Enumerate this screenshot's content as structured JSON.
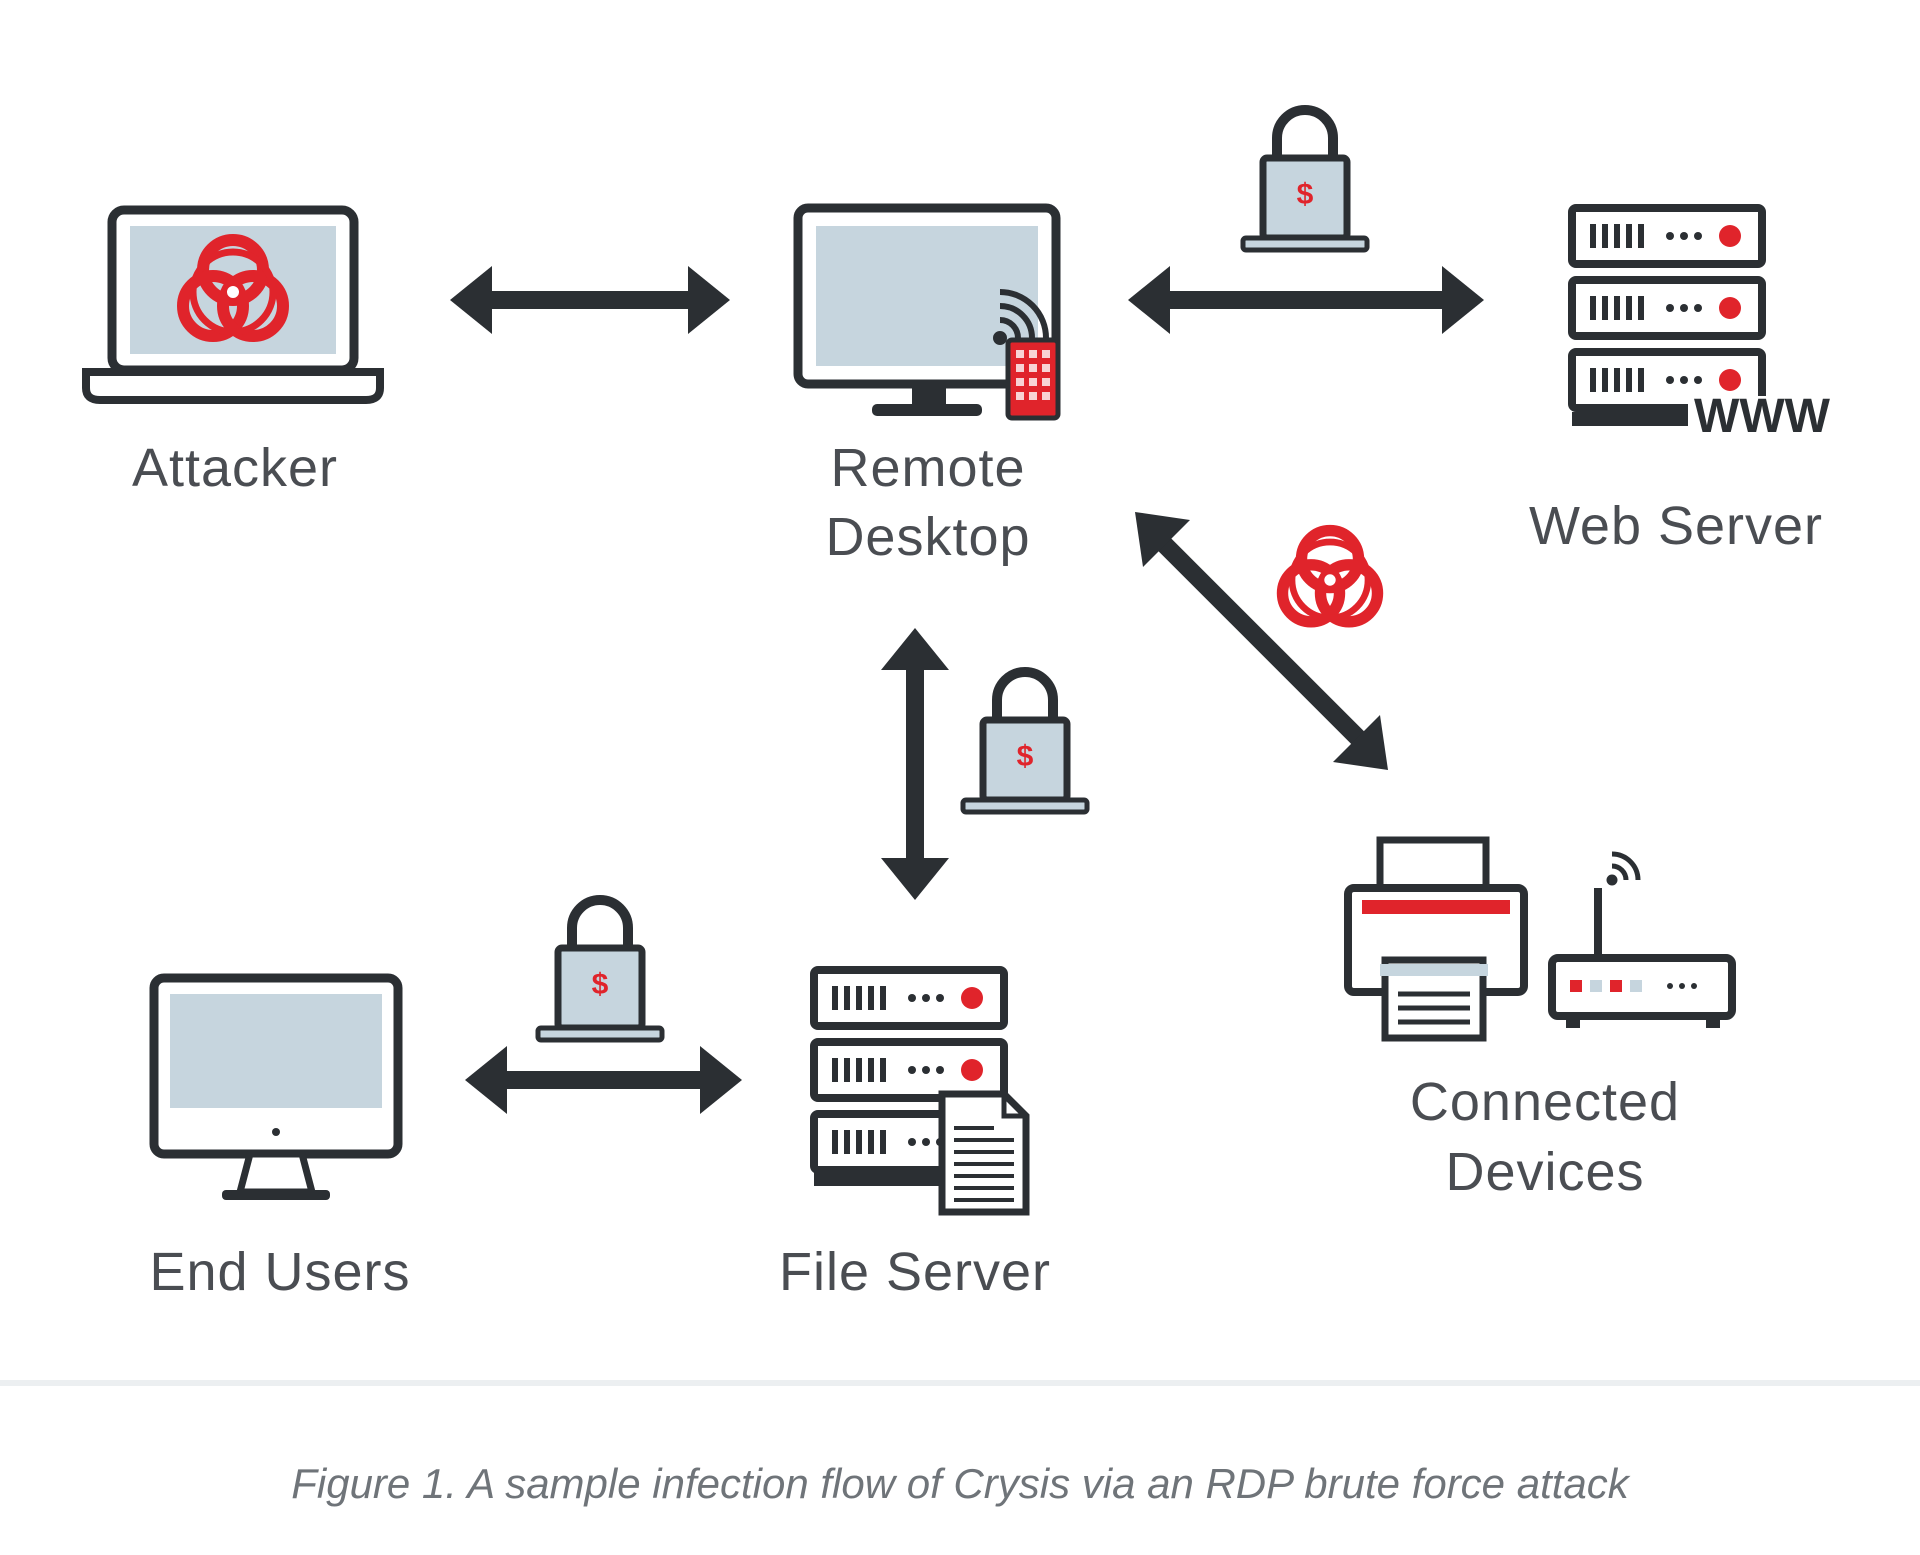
{
  "nodes": {
    "attacker": {
      "label_lines": [
        "Attacker"
      ]
    },
    "remote_desktop": {
      "label_lines": [
        "Remote",
        "Desktop"
      ]
    },
    "web_server": {
      "label_lines": [
        "Web Server"
      ],
      "badge": "WWW"
    },
    "end_users": {
      "label_lines": [
        "End Users"
      ]
    },
    "file_server": {
      "label_lines": [
        "File Server"
      ]
    },
    "connected_devices": {
      "label_lines": [
        "Connected",
        "Devices"
      ]
    }
  },
  "lock_symbol": "$",
  "caption": "Figure 1. A sample infection flow of Crysis via an RDP brute force attack",
  "icons": [
    "laptop-icon",
    "biohazard-icon",
    "monitor-icon",
    "wifi-icon",
    "keypad-icon",
    "server-stack-icon",
    "padlock-icon",
    "printer-icon",
    "router-icon",
    "document-icon",
    "desktop-computer-icon"
  ],
  "colors": {
    "dark": "#2b2f33",
    "screen": "#c6d5de",
    "accent_red": "#e0242b",
    "label": "#4a4d52"
  }
}
